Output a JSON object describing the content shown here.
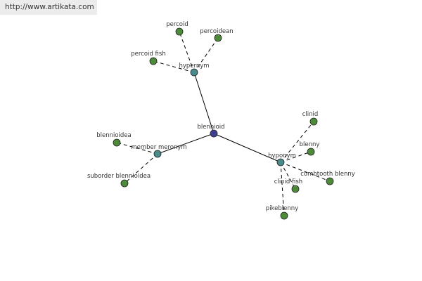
{
  "site_link": "http://www.artikata.com",
  "colors": {
    "root": "#3f3f8f",
    "relation": "#4a8a8a",
    "word": "#4d8a3a"
  },
  "graph": {
    "root": {
      "label": "blennioid"
    },
    "relations": [
      {
        "key": "hypernym",
        "label": "hypernym"
      },
      {
        "key": "member_meronym",
        "label": "member meronym"
      },
      {
        "key": "hyponym",
        "label": "hyponym"
      }
    ],
    "words": [
      {
        "relation": "hypernym",
        "label": "percoid"
      },
      {
        "relation": "hypernym",
        "label": "percoidean"
      },
      {
        "relation": "hypernym",
        "label": "percoid fish"
      },
      {
        "relation": "member_meronym",
        "label": "blennioidea"
      },
      {
        "relation": "member_meronym",
        "label": "suborder blennioidea"
      },
      {
        "relation": "hyponym",
        "label": "clinid"
      },
      {
        "relation": "hyponym",
        "label": "blenny"
      },
      {
        "relation": "hyponym",
        "label": "combtooth blenny"
      },
      {
        "relation": "hyponym",
        "label": "clinid fish"
      },
      {
        "relation": "hyponym",
        "label": "pikeblenny"
      }
    ]
  }
}
